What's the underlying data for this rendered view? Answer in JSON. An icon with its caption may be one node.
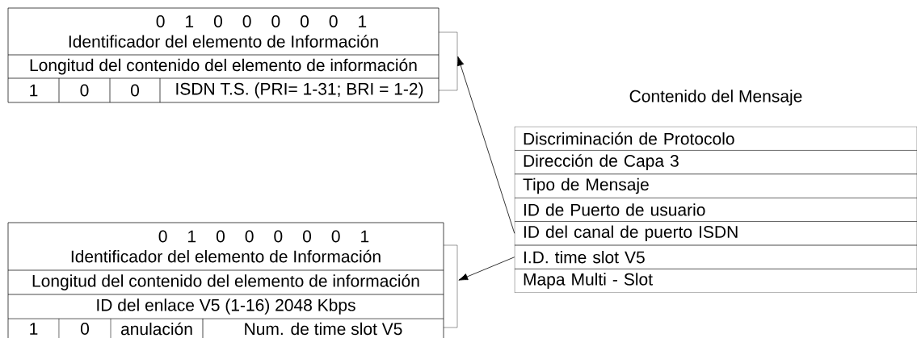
{
  "diagram": {
    "nodes": [
      {
        "text": [],
        "shape": "box"
      },
      {
        "text": [
          "0 1 0 0 0 0 0 1",
          "Identificador del elemento de Información"
        ],
        "in": 0
      },
      {
        "text": [
          "Longitud del contenido del elemento de información"
        ],
        "in": 0
      },
      {
        "text": [
          "1"
        ],
        "in": 0
      },
      {
        "text": [
          "0"
        ],
        "in": 0
      },
      {
        "text": [
          "0"
        ],
        "in": 0
      },
      {
        "text": [
          "ISDN T.S. (PRI= 1-31; BRI = 1-2)"
        ],
        "in": 0
      },
      {
        "text": [
          "Discriminación de Protocolo"
        ]
      },
      {
        "text": [
          "Dirección de Capa 3"
        ]
      },
      {
        "text": [
          "Tipo de Mensaje"
        ]
      },
      {
        "text": [
          "ID de Puerto de usuario"
        ]
      },
      {
        "text": [
          "ID del canal de puerto ISDN"
        ]
      },
      {
        "text": [
          "I.D. time slot V5"
        ]
      },
      {
        "text": [
          "Mapa Multi - Slot"
        ]
      },
      {
        "text": [],
        "shape": "box"
      },
      {
        "text": [
          "0 1 0 0 0 0 0 1",
          "Identificador del elemento de Información"
        ],
        "in": 14
      },
      {
        "text": [
          "Longitud del contenido del elemento de información"
        ],
        "in": 14
      },
      {
        "text": [
          "ID del enlace V5 (1-16) 2048 Kbps"
        ],
        "in": 14
      },
      {
        "text": [
          "1"
        ],
        "in": 14
      },
      {
        "text": [
          "0"
        ],
        "in": 14
      },
      {
        "text": [
          "anulación"
        ],
        "in": 14
      },
      {
        "text": [
          "Num. de time slot V5"
        ],
        "in": 14
      }
    ],
    "edges": [
      {
        "from": 11,
        "to": 0,
        "arrow": "to"
      },
      {
        "from": 12,
        "to": 14,
        "arrow": "to"
      }
    ],
    "labels": [
      "Contenido del Mensaje"
    ]
  }
}
